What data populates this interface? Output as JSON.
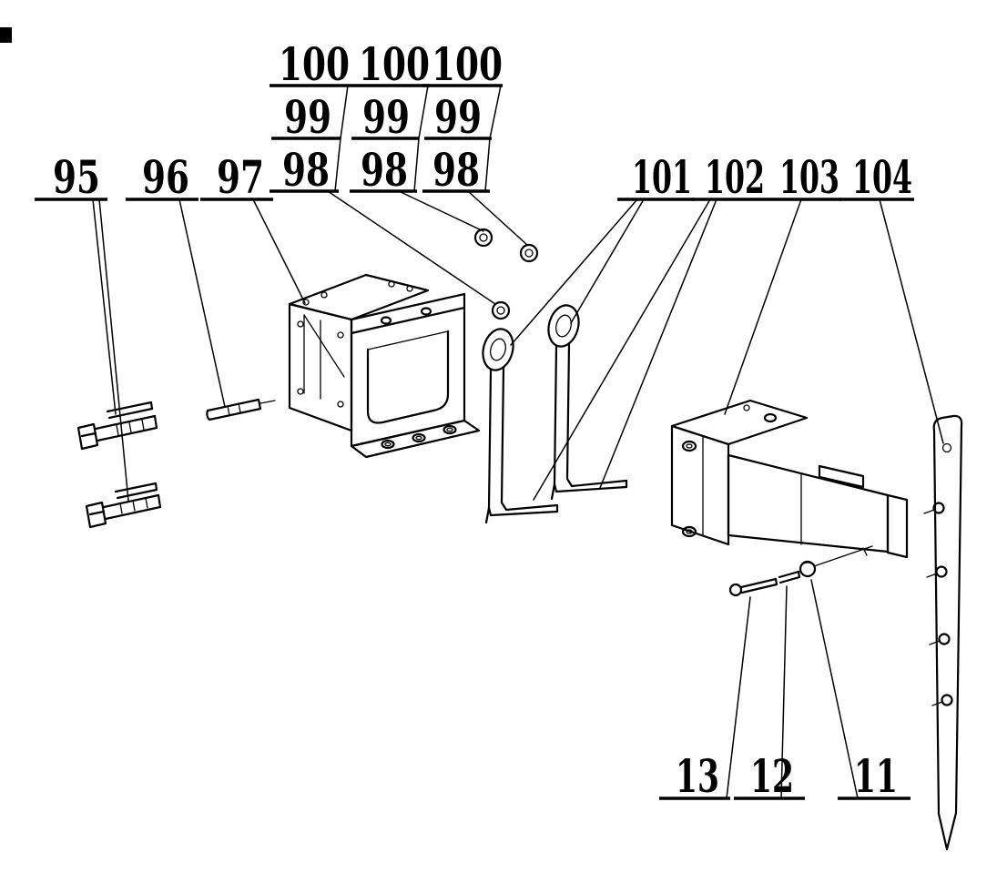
{
  "figure": {
    "kind": "exploded parts diagram (patent-style line drawing)",
    "background_color": "#ffffff",
    "line_color": "#000000"
  },
  "parts": [
    "left-screws-and-studs",
    "small-pin",
    "center-mounting-bracket",
    "fastener-nuts-cluster",
    "eye-strap-left",
    "eye-strap-right",
    "right-support-bracket",
    "vertical-mount-bar",
    "small-fasteners-bottom"
  ],
  "labels": [
    {
      "text": "95"
    },
    {
      "text": "96"
    },
    {
      "text": "97"
    },
    {
      "text": "100"
    },
    {
      "text": "99"
    },
    {
      "text": "98"
    },
    {
      "text": "100"
    },
    {
      "text": "99"
    },
    {
      "text": "98"
    },
    {
      "text": "100"
    },
    {
      "text": "99"
    },
    {
      "text": "98"
    },
    {
      "text": "101"
    },
    {
      "text": "102"
    },
    {
      "text": "103"
    },
    {
      "text": "104"
    },
    {
      "text": "13"
    },
    {
      "text": "12"
    },
    {
      "text": "11"
    }
  ]
}
